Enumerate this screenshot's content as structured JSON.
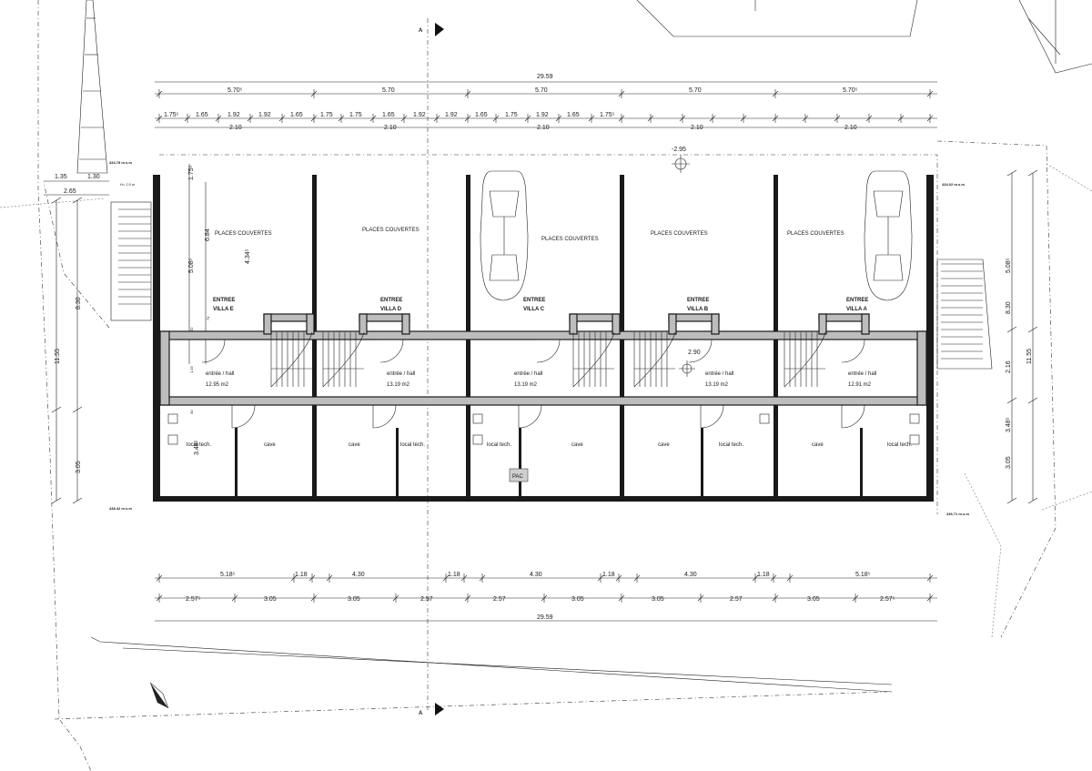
{
  "section_mark": "A",
  "dimensions": {
    "total_top": "29.59",
    "total_bottom": "29.59",
    "top_row1": [
      "5.70⁵",
      "5.70",
      "5.70",
      "5.70",
      "5.70⁵"
    ],
    "top_row2": [
      "1.75⁵",
      "1.65",
      "1.92",
      "1.92",
      "1.65",
      "1.75",
      "1.75",
      "1.65",
      "1.92",
      "1.92",
      "1.65",
      "1.75",
      "1.92",
      "1.65",
      "1.75⁵"
    ],
    "top_row2_small": [
      "2.10",
      "2.10",
      "2.10",
      "2.10",
      "2.10"
    ],
    "bottom_row1": [
      "5.18⁵",
      "1.18",
      "4.30",
      "1.18",
      "4.30",
      "1.18",
      "4.30",
      "1.18",
      "5.18⁵"
    ],
    "bottom_row2": [
      "2.57⁵",
      "3.05",
      "3.05",
      "2.57",
      "2.57",
      "3.05",
      "3.05",
      "2.57",
      "3.05",
      "2.57⁵"
    ],
    "left_stack": [
      "8.30",
      "3.05"
    ],
    "left_total": "11.55",
    "right_stack": [
      "5.08⁵",
      "8.30",
      "2.16",
      "3.48⁵",
      "3.05"
    ],
    "right_total": "11.55",
    "inner_left": [
      "5.08⁵",
      "6.84",
      "4.34⁵",
      "1.75⁵",
      "74",
      "32",
      "1.16",
      "30",
      "3.48⁵"
    ],
    "top_left": [
      "1.35",
      "1.30",
      "2.65"
    ],
    "level_top": "-2.95",
    "level_hall": "2.90"
  },
  "elevations": {
    "top_left": "434.78 m.s.m",
    "top_right": "434.02 m.s.m",
    "bottom_left": "438.42 m.s.m",
    "bottom_right": "436.71 m.s.m",
    "stair_height": "H= 2.0 m"
  },
  "villas": [
    {
      "parking": "PLACES COUVERTES",
      "entry_label": "ENTREE",
      "entry_name": "VILLA E",
      "hall": "entrée / hall",
      "hall_area": "12.95 m2",
      "room_a": "local tech.",
      "room_b": "cave"
    },
    {
      "parking": "PLACES COUVERTES",
      "entry_label": "ENTREE",
      "entry_name": "VILLA D",
      "hall": "entrée / hall",
      "hall_area": "13.19 m2",
      "room_a": "cave",
      "room_b": "local tech."
    },
    {
      "parking": "PLACES COUVERTES",
      "entry_label": "ENTREE",
      "entry_name": "VILLA C",
      "hall": "entrée / hall",
      "hall_area": "13.19 m2",
      "room_a": "local tech.",
      "room_b": "cave"
    },
    {
      "parking": "PLACES COUVERTES",
      "entry_label": "ENTREE",
      "entry_name": "VILLA B",
      "hall": "entrée / hall",
      "hall_area": "13.19 m2",
      "room_a": "cave",
      "room_b": "local tech."
    },
    {
      "parking": "PLACES COUVERTES",
      "entry_label": "ENTREE",
      "entry_name": "VILLA A",
      "hall": "entrée / hall",
      "hall_area": "12.91 m2",
      "room_a": "cave",
      "room_b": "local tech."
    }
  ],
  "pac_label": "PAC"
}
